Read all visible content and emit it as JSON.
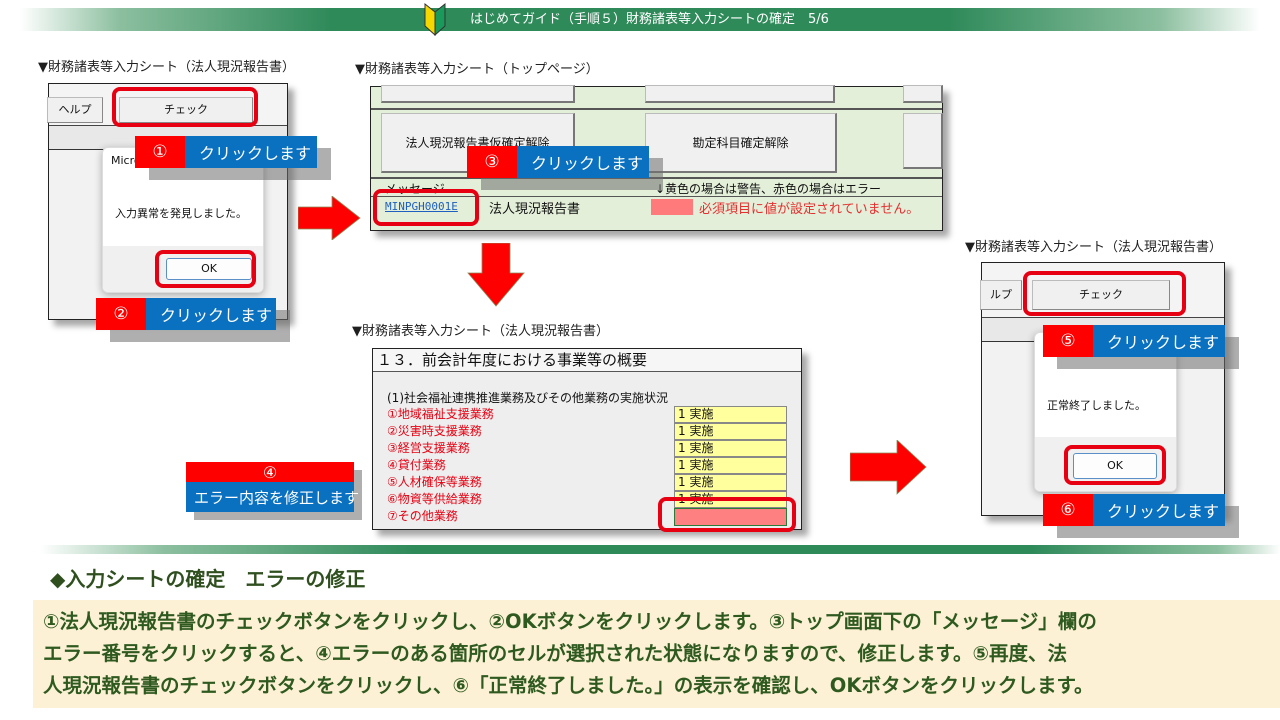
{
  "header": {
    "title": "はじめてガイド（手順５）財務諸表等入力シートの確定　5/6"
  },
  "panel1": {
    "label": "▼財務諸表等入力シート（法人現況報告書）",
    "tabs": {
      "help": "ヘルプ",
      "check": "チェック"
    },
    "dialog": {
      "title_partial": "Micro",
      "message": "入力異常を発見しました。",
      "ok": "OK"
    }
  },
  "panel2": {
    "label": "▼財務諸表等入力シート（トップページ）",
    "buttons": {
      "corp_report_unconfirm": "法人現況報告書仮確定解除",
      "account_unconfirm": "勘定科目確定解除"
    },
    "message_header": "メッセージ",
    "message_hint": "↓黄色の場合は警告、赤色の場合はエラー",
    "error_code": "MINPGH0001E",
    "error_sheet": "法人現況報告書",
    "error_message": "必須項目に値が設定されていません。",
    "error_color": "#ff7b7b"
  },
  "panel3": {
    "label": "▼財務諸表等入力シート（法人現況報告書）",
    "sheet_title": "１３．前会計年度における事業等の概要",
    "subheading": "(1)社会福祉連携推進業務及びその他業務の実施状況",
    "items": [
      {
        "label": "①地域福祉支援業務",
        "value": "1 実施"
      },
      {
        "label": "②災害時支援業務",
        "value": "1 実施"
      },
      {
        "label": "③経営支援業務",
        "value": "1 実施"
      },
      {
        "label": "④貸付業務",
        "value": "1 実施"
      },
      {
        "label": "⑤人材確保等業務",
        "value": "1 実施"
      },
      {
        "label": "⑥物資等供給業務",
        "value": "1 実施"
      },
      {
        "label": "⑦その他業務",
        "value": ""
      }
    ]
  },
  "panel4": {
    "label": "▼財務諸表等入力シート（法人現況報告書）",
    "tabs": {
      "help": "ルプ",
      "check": "チェック"
    },
    "dialog": {
      "message": "正常終了しました。",
      "ok": "OK"
    }
  },
  "callouts": [
    {
      "num": "①",
      "text": "クリックします"
    },
    {
      "num": "②",
      "text": "クリックします"
    },
    {
      "num": "③",
      "text": "クリックします"
    },
    {
      "num": "④",
      "text": "エラー内容を修正します"
    },
    {
      "num": "⑤",
      "text": "クリックします"
    },
    {
      "num": "⑥",
      "text": "クリックします"
    }
  ],
  "summary": {
    "heading": "◆入力シートの確定　エラーの修正",
    "lines": [
      "①法人現況報告書のチェックボタンをクリックし、②OKボタンをクリックします。③トップ画面下の「メッセージ」欄の",
      "エラー番号をクリックすると、④エラーのある箇所のセルが選択された状態になりますので、修正します。⑤再度、法",
      "人現況報告書のチェックボタンをクリックし、⑥「正常終了しました。」の表示を確認し、OKボタンをクリックします。"
    ]
  },
  "colors": {
    "accent_red": "#e60012",
    "callout_blue": "#0a70c0",
    "header_green": "#2f8a5a",
    "desc_bg": "#fcf1d5"
  }
}
